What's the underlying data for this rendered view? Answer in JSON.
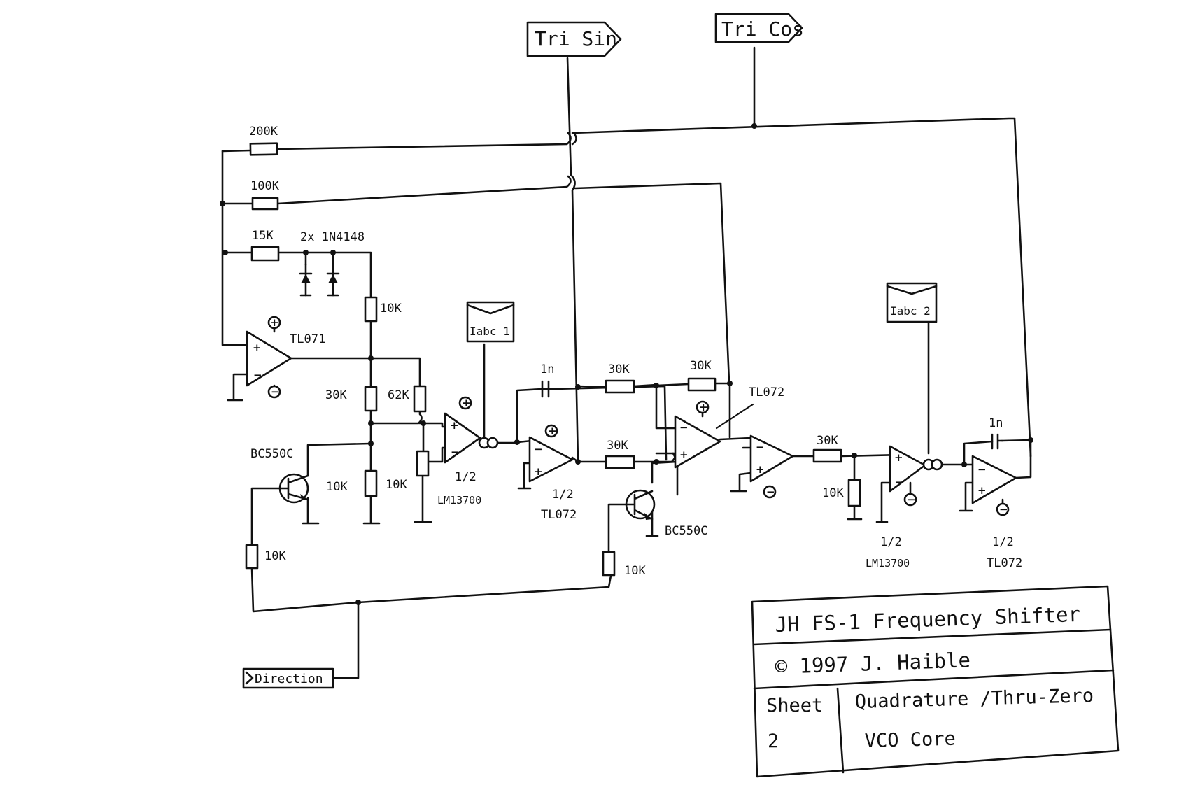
{
  "ports": {
    "tri_sin": "Tri Sin",
    "tri_cos": "Tri Cos",
    "iabc1": "Iabc 1",
    "iabc2": "Iabc 2",
    "direction": "Direction"
  },
  "components": {
    "r_200k": "200K",
    "r_100k": "100K",
    "r_15k": "15K",
    "diodes": "2x 1N4148",
    "r_10k_div": "10K",
    "tl071": "TL071",
    "r_30k_a": "30K",
    "r_62k": "62K",
    "bc550c_1": "BC550C",
    "r_10k_a": "10K",
    "r_10k_b": "10K",
    "r_10k_base1": "10K",
    "ota1_half": "1/2",
    "ota1_part": "LM13700",
    "cap1": "1n",
    "op1_half": "1/2",
    "op1_part": "TL072",
    "r_30k_b": "30K",
    "r_30k_c": "30K",
    "r_30k_d": "30K",
    "tl072_label": "TL072",
    "bc550c_2": "BC550C",
    "r_10k_base2": "10K",
    "r_30k_e": "30K",
    "r_10k_c": "10K",
    "ota2_half": "1/2",
    "ota2_part": "LM13700",
    "cap2": "1n",
    "op2_half": "1/2",
    "op2_part": "TL072"
  },
  "title_block": {
    "title": "JH FS-1 Frequency Shifter",
    "copyright": "© 1997 J. Haible",
    "sheet_label": "Sheet",
    "sheet_number": "2",
    "description_1": "Quadrature /Thru-Zero",
    "description_2": "VCO Core"
  }
}
